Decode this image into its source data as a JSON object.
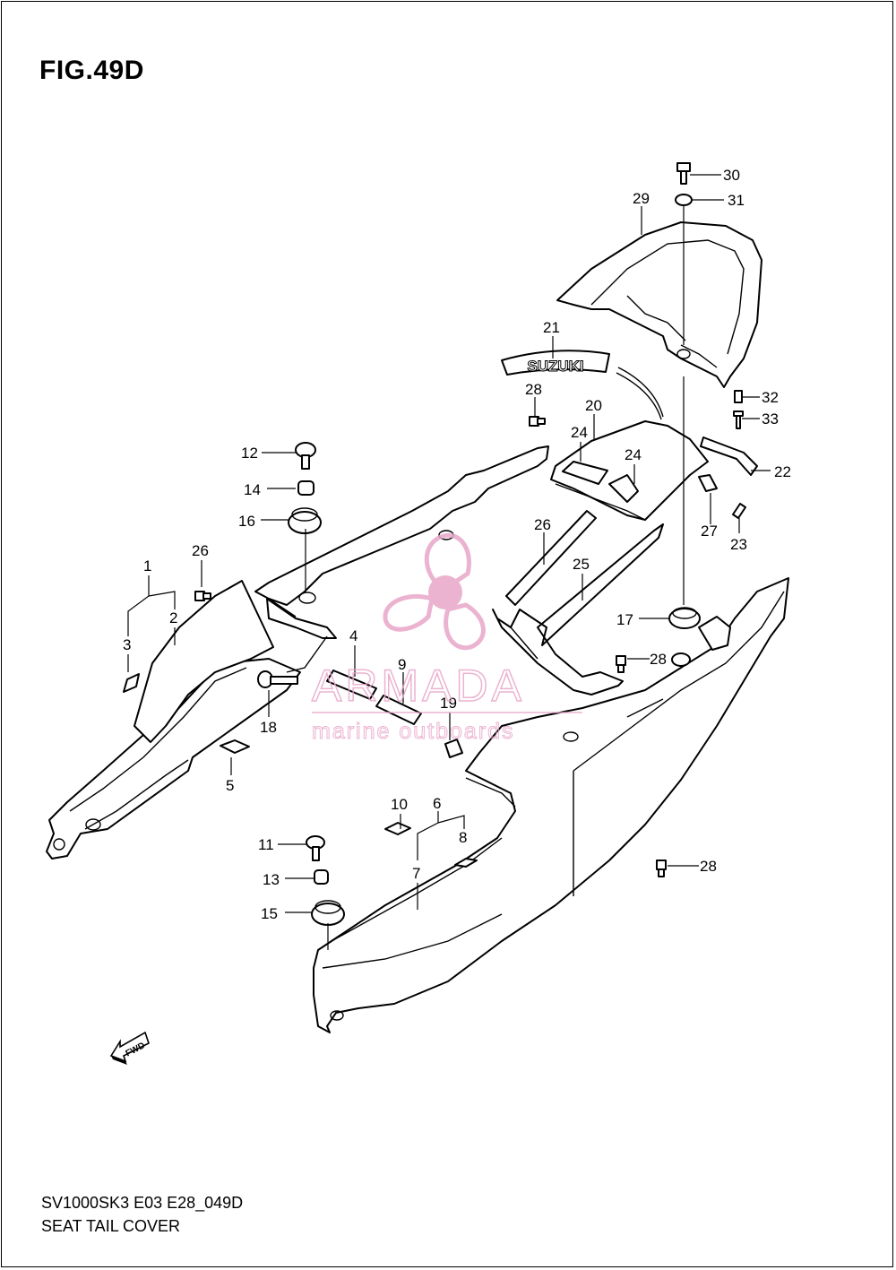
{
  "figure": {
    "title": "FIG.49D",
    "model_code": "SV1000SK3 E03 E28_049D",
    "section_name": "SEAT TAIL COVER"
  },
  "logo": {
    "emblem_text": "SUZUKI",
    "fwd_text": "FWD"
  },
  "watermark": {
    "brand": "ARMADA",
    "tagline": "marine outboards",
    "color": "#e8a6c8"
  },
  "callouts": [
    "1",
    "2",
    "3",
    "4",
    "5",
    "6",
    "7",
    "8",
    "9",
    "10",
    "11",
    "12",
    "13",
    "14",
    "15",
    "16",
    "17",
    "18",
    "19",
    "20",
    "21",
    "22",
    "23",
    "24",
    "25",
    "26",
    "27",
    "28",
    "29",
    "30",
    "31",
    "32",
    "33"
  ]
}
